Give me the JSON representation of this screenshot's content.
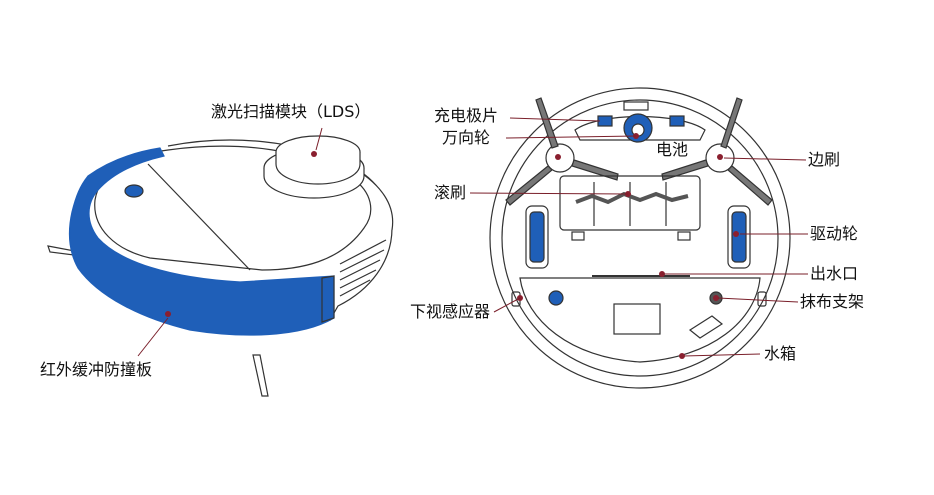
{
  "labels": {
    "lds": "激光扫描模块（LDS）",
    "bumper": "红外缓冲防撞板",
    "charge_plate": "充电极片",
    "caster": "万向轮",
    "battery": "电池",
    "roller": "滚刷",
    "side_brush": "边刷",
    "drive_wheel": "驱动轮",
    "water_outlet": "出水口",
    "mop_bracket": "抹布支架",
    "cliff_sensor": "下视感应器",
    "water_tank": "水箱"
  },
  "colors": {
    "accent": "#1f5fb8",
    "line": "#333333",
    "leader": "#7a1f2a",
    "dot": "#8a1f2f"
  }
}
